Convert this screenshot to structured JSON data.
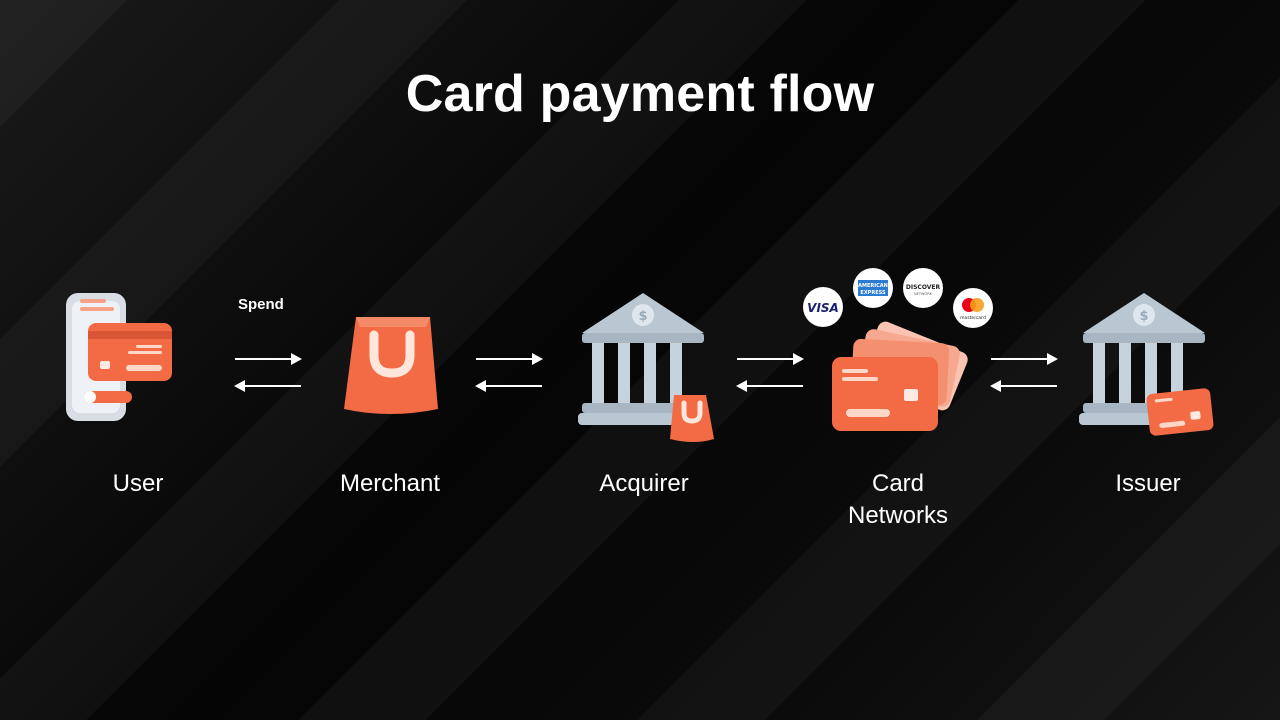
{
  "title": "Card payment flow",
  "nodes": [
    {
      "id": "user",
      "label": "User"
    },
    {
      "id": "merchant",
      "label": "Merchant"
    },
    {
      "id": "acquirer",
      "label": "Acquirer"
    },
    {
      "id": "card_networks",
      "label_lines": [
        "Card",
        "Networks"
      ]
    },
    {
      "id": "issuer",
      "label": "Issuer"
    }
  ],
  "edges": [
    {
      "from": "User",
      "to": "Merchant",
      "label": "Spend"
    },
    {
      "from": "Merchant",
      "to": "Acquirer"
    },
    {
      "from": "Acquirer",
      "to": "Card Networks"
    },
    {
      "from": "Card Networks",
      "to": "Issuer"
    }
  ],
  "network_logos": {
    "visa": "VISA",
    "amex": [
      "AMERICAN",
      "EXPRESS"
    ],
    "discover": [
      "DISCOVER",
      "NETWORK"
    ],
    "mastercard": "mastercard"
  },
  "colors": {
    "accent": "#F26B45",
    "accent_light": "#F7A287",
    "bank": "#B9C7D2",
    "background": "#070707"
  }
}
